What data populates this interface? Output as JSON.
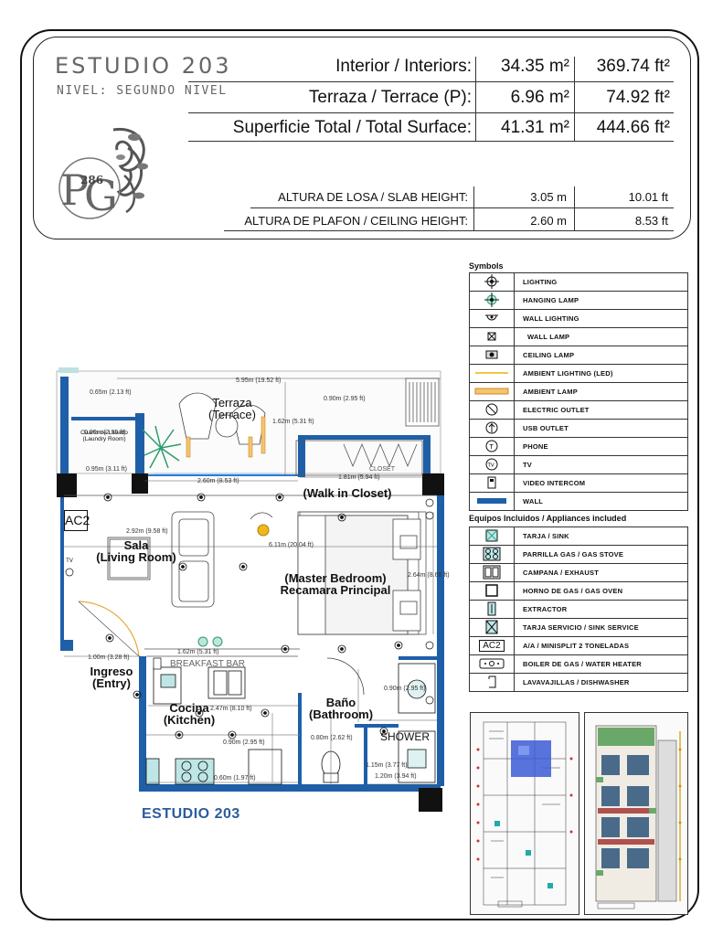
{
  "header": {
    "title": "ESTUDIO 203",
    "subtitle": "NIVEL: SEGUNDO NIVEL",
    "logo_text": "PG 286",
    "areas": [
      {
        "label": "Interior / Interiors:",
        "m2": "34.35 m²",
        "ft2": "369.74 ft²"
      },
      {
        "label": "Terraza / Terrace (P):",
        "m2": "6.96 m²",
        "ft2": "74.92 ft²"
      },
      {
        "label": "Superficie Total / Total Surface:",
        "m2": "41.31 m²",
        "ft2": "444.66 ft²"
      }
    ],
    "heights": [
      {
        "label": "ALTURA DE LOSA / SLAB HEIGHT:",
        "m": "3.05 m",
        "ft": "10.01 ft"
      },
      {
        "label": "ALTURA DE PLAFON / CEILING HEIGHT:",
        "m": "2.60 m",
        "ft": "8.53 ft"
      }
    ]
  },
  "symbols": {
    "heading": "Symbols",
    "items": [
      {
        "icon": "lighting-icon",
        "label": "Lighting"
      },
      {
        "icon": "hanging-lamp-icon",
        "label": "Hanging lamp"
      },
      {
        "icon": "wall-lighting-icon",
        "label": "Wall lighting"
      },
      {
        "icon": "wall-lamp-icon",
        "label": "Wall lamp"
      },
      {
        "icon": "ceiling-lamp-icon",
        "label": "Ceiling lamp"
      },
      {
        "icon": "ambient-led-icon",
        "label": "Ambient lighting (LED)"
      },
      {
        "icon": "ambient-lamp-icon",
        "label": "Ambient lamp"
      },
      {
        "icon": "electric-outlet-icon",
        "label": "Electric outlet"
      },
      {
        "icon": "usb-outlet-icon",
        "label": "Usb outlet"
      },
      {
        "icon": "phone-icon",
        "label": "Phone"
      },
      {
        "icon": "tv-icon",
        "label": "TV"
      },
      {
        "icon": "video-intercom-icon",
        "label": "Video intercom"
      },
      {
        "icon": "wall-icon",
        "label": "Wall"
      }
    ]
  },
  "appliances": {
    "heading": "Equipos Incluidos / Appliances included",
    "items": [
      {
        "icon": "sink-icon",
        "label": "Tarja / sink"
      },
      {
        "icon": "gas-stove-icon",
        "label": "Parrilla gas / gas stove"
      },
      {
        "icon": "exhaust-icon",
        "label": "Campana / exhaust"
      },
      {
        "icon": "gas-oven-icon",
        "label": "Horno de gas / gas oven"
      },
      {
        "icon": "extractor-icon",
        "label": "Extractor"
      },
      {
        "icon": "sink-service-icon",
        "label": "Tarja servicio / sink service"
      },
      {
        "icon": "ac-icon",
        "icon_text": "AC2",
        "label": "A/A / minisplit 2 toneladas"
      },
      {
        "icon": "water-heater-icon",
        "label": "Boiler de gas / water heater"
      },
      {
        "icon": "dishwasher-icon",
        "label": "Lavavajillas / dishwasher"
      }
    ]
  },
  "plan": {
    "caption": "ESTUDIO 203",
    "rooms": {
      "terraza": "Terraza\n(Terrace)",
      "walk_in": "(Walk in Closet)",
      "sala": "Sala\n(Living Room)",
      "master": "(Master Bedroom)\nRecamara Principal",
      "ingreso": "Ingreso\n(Entry)",
      "cocina": "Cocina\n(Kitchen)",
      "bano": "Baño\n(Bathroom)",
      "shower": "SHOWER",
      "laundry": "Cuarto de Lavado\n(Laundry Room)",
      "closet": "CLOSET",
      "breakfast": "BREAKFAST BAR",
      "ac": "AC2",
      "tv": "TV"
    },
    "dims": {
      "d1": "5.95m (19.52 ft)",
      "d2": "0.65m (2.13 ft)",
      "d3": "0.90m (2.95 ft)",
      "d4": "1.62m (5.31 ft)",
      "d5": "0.90m (2.95 ft)",
      "d6": "0.95m (3.11 ft)",
      "d7": "2.60m (8.53 ft)",
      "d8": "1.81m (5.94 ft)",
      "d9": "2.92m (9.58 ft)",
      "d10": "6.11m (20.04 ft)",
      "d11": "2.64m (8.66 ft)",
      "d12": "1.00m (3.28 ft)",
      "d13": "1.62m (5.31 ft)",
      "d14": "2.47m (8.10 ft)",
      "d15": "0.90m (2.95 ft)",
      "d16": "0.90m (2.95 ft)",
      "d17": "0.80m (2.62 ft)",
      "d18": "1.15m (3.77 ft)",
      "d19": "1.20m (3.94 ft)",
      "d20": "0.60m (1.97 ft)"
    }
  },
  "colors": {
    "wall": "#1f5fa8",
    "accent_text": "#2b5c9c",
    "led": "#f2c744",
    "lamp": "#e8a93c"
  }
}
